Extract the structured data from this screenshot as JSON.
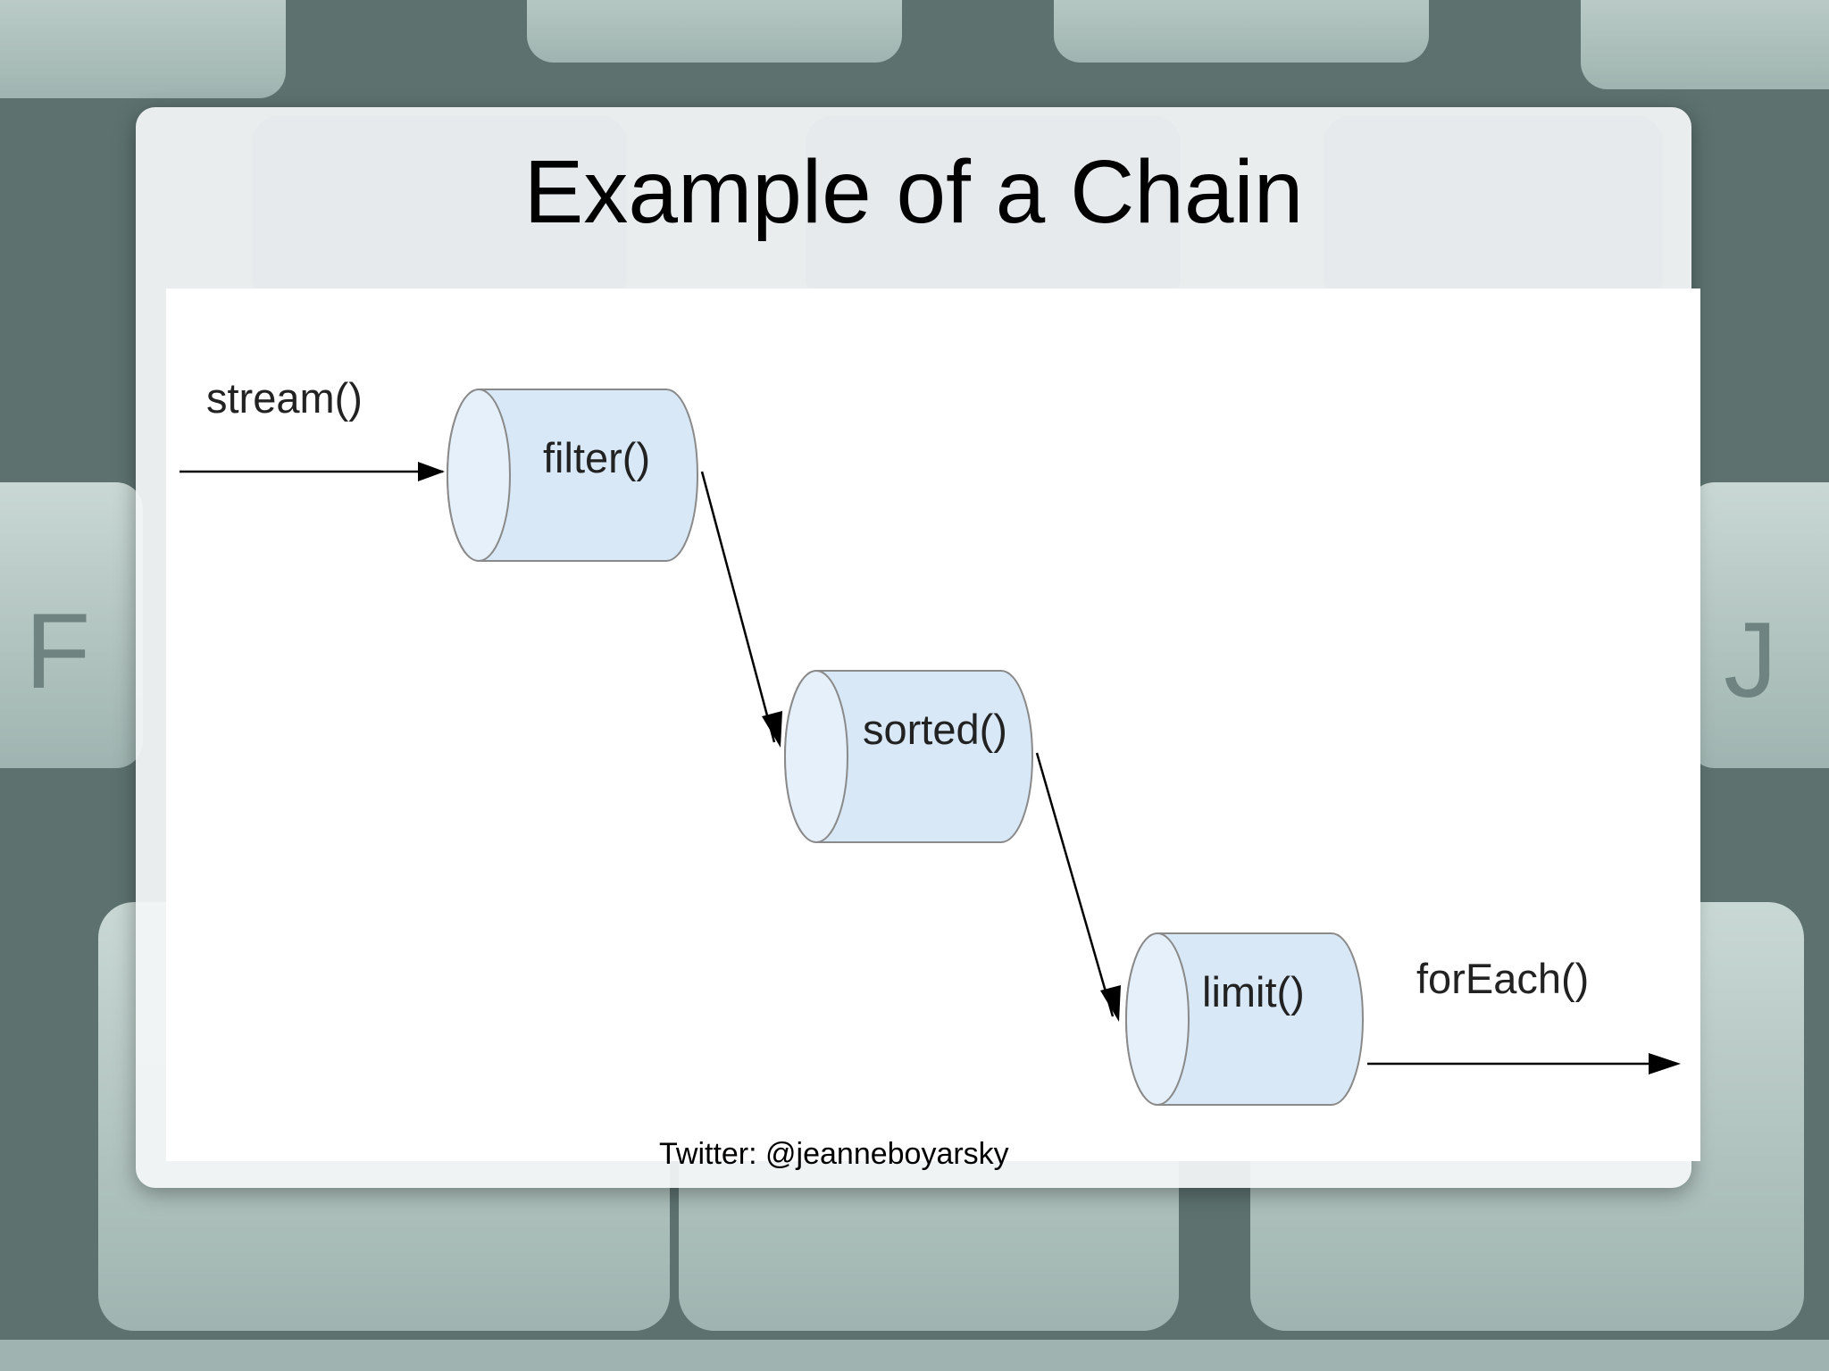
{
  "slide": {
    "title": "Example of a Chain",
    "footer": "Twitter: @jeanneboyarsky"
  },
  "diagram": {
    "input_label": "stream()",
    "stages": [
      {
        "id": "filter",
        "label": "filter()"
      },
      {
        "id": "sorted",
        "label": "sorted()"
      },
      {
        "id": "limit",
        "label": "limit()"
      }
    ],
    "output_label": "forEach()"
  },
  "colors": {
    "cylinder_fill": "#d8e8f7",
    "cylinder_stroke": "#8a8a8a",
    "arrow": "#000000"
  }
}
